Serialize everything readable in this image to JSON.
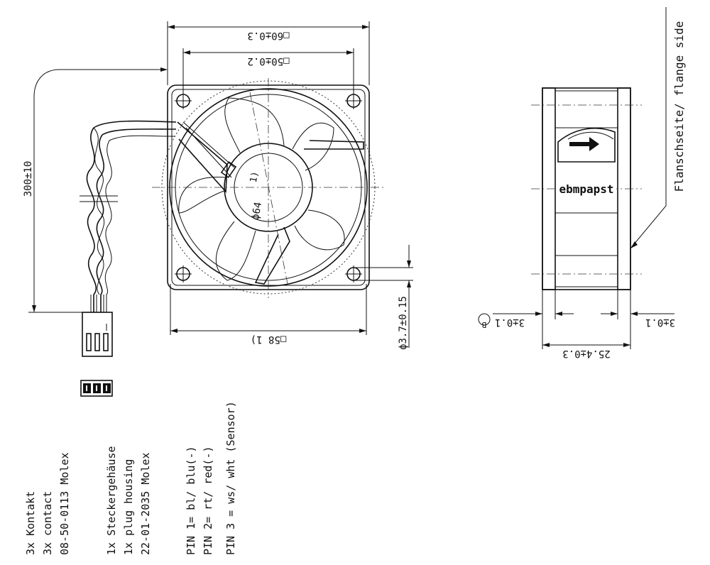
{
  "dimensions": {
    "square60": "□60±0.3",
    "square50": "□50±0.2",
    "dia64": "ϕ64",
    "note1": "1)",
    "square58": "□58 1)",
    "hole": "ϕ3.7±0.15",
    "cable": "300±10",
    "depth": "25.4±0.3",
    "flange_left": "3±0.1",
    "flange_right": "3±0.1",
    "circle_b": "B"
  },
  "labels": {
    "brand": "ebmpapst",
    "flange": "Flanschseite/ flange side"
  },
  "notes": {
    "contact": [
      "3x Kontakt",
      "3x contact",
      "08-50-0113 Molex"
    ],
    "housing": [
      "1x Steckergehäuse",
      "1x plug housing",
      "22-01-2035  Molex"
    ],
    "pins": [
      "PIN 1= bl/ blu(-)",
      "PIN 2= rt/ red(-)",
      "PIN 3 = ws/ wht (Sensor)"
    ]
  }
}
